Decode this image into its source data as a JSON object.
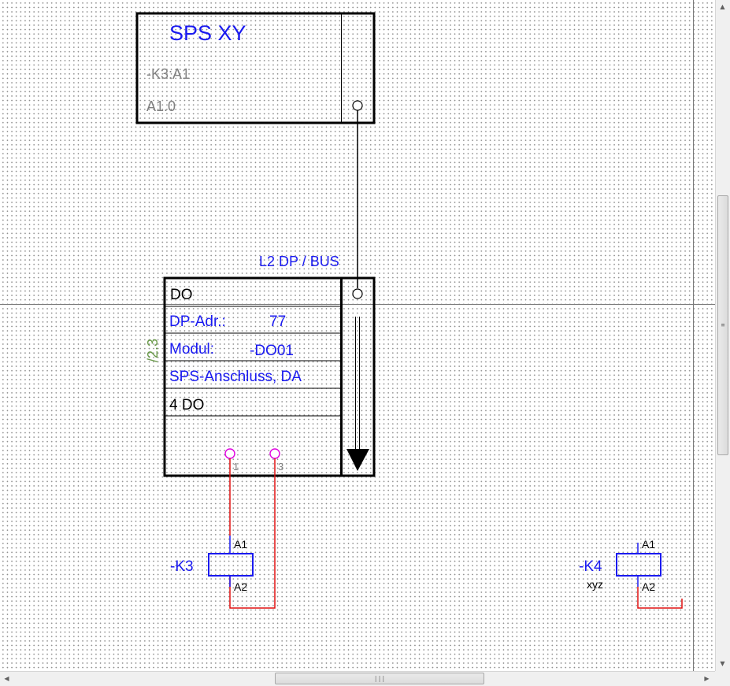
{
  "sps_block": {
    "title": "SPS XY",
    "ref": "-K3:A1",
    "address": "A1.0"
  },
  "bus_label": "L2 DP / BUS",
  "do_module": {
    "header": "DO",
    "dp_adr_label": "DP-Adr.:",
    "dp_adr_value": "77",
    "modul_label": "Modul:",
    "modul_value": "-DO01",
    "connection": "SPS-Anschluss, DA",
    "channels": "4 DO",
    "pin_1": "1",
    "pin_3": "3"
  },
  "cross_ref": "/2.3",
  "relay_k3": {
    "name": "-K3",
    "a1": "A1",
    "a2": "A2"
  },
  "relay_k4": {
    "name": "-K4",
    "a1": "A1",
    "a2": "A2",
    "note": "xyz"
  },
  "colors": {
    "label_blue": "#1a1af0",
    "wire_red": "#e01010",
    "pin_magenta": "#e000e0",
    "crossref_green": "#6a9a4a"
  }
}
